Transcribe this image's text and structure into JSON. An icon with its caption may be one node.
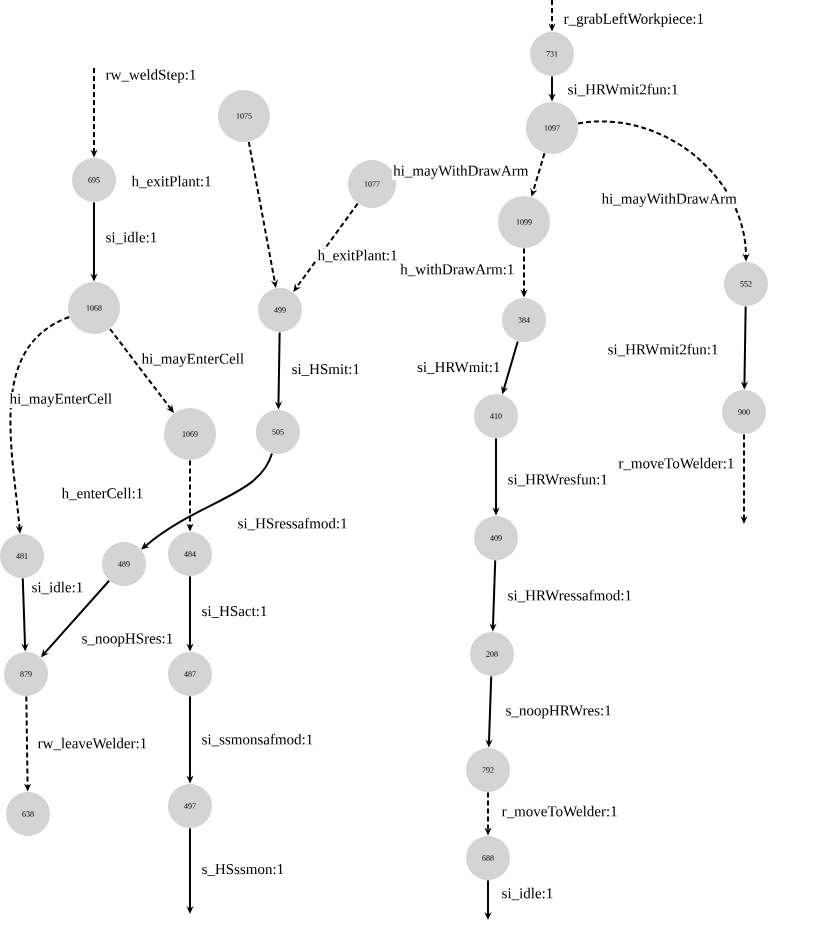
{
  "diagram": {
    "nodes": [
      {
        "text": [
          "695"
        ]
      },
      {
        "text": [
          "1068"
        ]
      },
      {
        "text": [
          "1075"
        ]
      },
      {
        "text": [
          "1077"
        ]
      },
      {
        "text": [
          "499"
        ]
      },
      {
        "text": [
          "1069"
        ]
      },
      {
        "text": [
          "505"
        ]
      },
      {
        "text": [
          "481"
        ]
      },
      {
        "text": [
          "489"
        ]
      },
      {
        "text": [
          "484"
        ]
      },
      {
        "text": [
          "879"
        ]
      },
      {
        "text": [
          "487"
        ]
      },
      {
        "text": [
          "638"
        ]
      },
      {
        "text": [
          "497"
        ]
      },
      {
        "text": [
          "731"
        ]
      },
      {
        "text": [
          "1097"
        ]
      },
      {
        "text": [
          "1099"
        ]
      },
      {
        "text": [
          "384"
        ]
      },
      {
        "text": [
          "552"
        ]
      },
      {
        "text": [
          "410"
        ]
      },
      {
        "text": [
          "900"
        ]
      },
      {
        "text": [
          "409"
        ]
      },
      {
        "text": [
          "208"
        ]
      },
      {
        "text": [
          "792"
        ]
      },
      {
        "text": [
          "688"
        ]
      }
    ],
    "edges": [
      {
        "from": null,
        "to": 0,
        "arrow": "to",
        "label": "rw_weldStep:1",
        "style": "dashed"
      },
      {
        "from": 0,
        "to": 1,
        "arrow": "to",
        "label": "si_idle:1"
      },
      {
        "from": 2,
        "to": 4,
        "arrow": "to",
        "label": "h_exitPlant:1",
        "style": "dashed"
      },
      {
        "from": 3,
        "to": 4,
        "arrow": "to",
        "label": "h_exitPlant:1",
        "style": "dashed"
      },
      {
        "from": 1,
        "to": 5,
        "arrow": "to",
        "label": "hi_mayEnterCell",
        "style": "dashed"
      },
      {
        "from": 1,
        "to": 7,
        "arrow": "to",
        "label": "hi_mayEnterCell",
        "style": "dashed"
      },
      {
        "from": 4,
        "to": 6,
        "arrow": "to",
        "label": "si_HSmit:1"
      },
      {
        "from": 5,
        "to": 9,
        "arrow": "to",
        "label": "h_enterCell:1",
        "style": "dashed"
      },
      {
        "from": 6,
        "to": 8,
        "arrow": "to",
        "label": "si_HSressafmod:1"
      },
      {
        "from": 7,
        "to": 10,
        "arrow": "to",
        "label": "si_idle:1"
      },
      {
        "from": 8,
        "to": 10,
        "arrow": "to",
        "label": "s_noopHSres:1"
      },
      {
        "from": 9,
        "to": 11,
        "arrow": "to",
        "label": "si_HSact:1"
      },
      {
        "from": 10,
        "to": 12,
        "arrow": "to",
        "label": "rw_leaveWelder:1",
        "style": "dashed"
      },
      {
        "from": 11,
        "to": 13,
        "arrow": "to",
        "label": "si_ssmonsafmod:1"
      },
      {
        "from": 13,
        "to": null,
        "arrow": "to",
        "label": "s_HSssmon:1"
      },
      {
        "from": null,
        "to": 14,
        "arrow": "to",
        "label": "r_grabLeftWorkpiece:1",
        "style": "dashed"
      },
      {
        "from": 14,
        "to": 15,
        "arrow": "to",
        "label": "si_HRWmit2fun:1"
      },
      {
        "from": 15,
        "to": 16,
        "arrow": "to",
        "label": "hi_mayWithDrawArm",
        "style": "dashed"
      },
      {
        "from": 15,
        "to": 18,
        "arrow": "to",
        "label": "hi_mayWithDrawArm",
        "style": "dashed"
      },
      {
        "from": 16,
        "to": 17,
        "arrow": "to",
        "label": "h_withDrawArm:1",
        "style": "dashed"
      },
      {
        "from": 17,
        "to": 19,
        "arrow": "to",
        "label": "si_HRWmit:1"
      },
      {
        "from": 18,
        "to": 20,
        "arrow": "to",
        "label": "si_HRWmit2fun:1"
      },
      {
        "from": 20,
        "to": null,
        "arrow": "to",
        "label": "r_moveToWelder:1",
        "style": "dashed"
      },
      {
        "from": 19,
        "to": 21,
        "arrow": "to",
        "label": "si_HRWresfun:1"
      },
      {
        "from": 21,
        "to": 22,
        "arrow": "to",
        "label": "si_HRWressafmod:1"
      },
      {
        "from": 22,
        "to": 23,
        "arrow": "to",
        "label": "s_noopHRWres:1"
      },
      {
        "from": 23,
        "to": 24,
        "arrow": "to",
        "label": "r_moveToWelder:1",
        "style": "dashed"
      },
      {
        "from": 24,
        "to": null,
        "arrow": "to",
        "label": "si_idle:1"
      }
    ]
  }
}
